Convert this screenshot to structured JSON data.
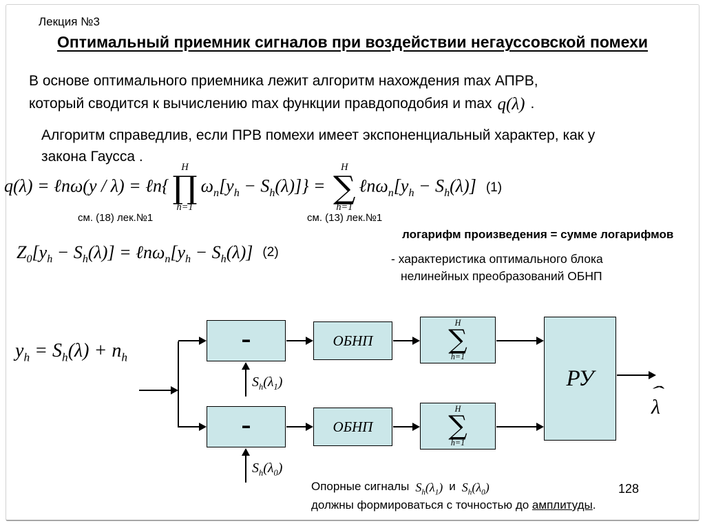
{
  "colors": {
    "box_fill": "#cbe7e9"
  },
  "slide": {
    "lecture_label": "Лекция №3",
    "title": "Оптимальный приемник сигналов при воздействии негауссовской помехи",
    "para1_line1": "В основе оптимального приемника лежит алгоритм нахождения max АПРВ,",
    "para1_line2": "который сводится к вычислению max функции правдоподобия и max",
    "para1_suffix": ".",
    "para2_line1": "Алгоритм справедлив, если ПРВ помехи имеет экспоненциальный характер, как у",
    "para2_line2": "закона Гаусса .",
    "ref1": "см. (18) лек.№1",
    "ref2": "см. (13) лек.№1",
    "note_log": "логарифм произведения = сумме логарифмов",
    "eq1_number": "(1)",
    "eq2_number": "(2)",
    "note2_line1": "- характеристика оптимального блока",
    "note2_line2": "нелинейных преобразований ОБНП"
  },
  "formulas": {
    "q_lambda": [
      {
        "t": "t",
        "v": "q(λ)"
      }
    ],
    "eq1": [
      {
        "t": "t",
        "v": "q(λ) = ℓnω(y / λ) = ℓn{"
      },
      {
        "t": "big",
        "top": "H",
        "op": "∏",
        "bot": "h=1"
      },
      {
        "t": "t",
        "v": "ω"
      },
      {
        "t": "s",
        "v": "n"
      },
      {
        "t": "t",
        "v": "[y"
      },
      {
        "t": "s",
        "v": "h"
      },
      {
        "t": "t",
        "v": " − S"
      },
      {
        "t": "s",
        "v": "h"
      },
      {
        "t": "t",
        "v": "(λ)]} = "
      },
      {
        "t": "big",
        "top": "H",
        "op": "∑",
        "bot": "h=1"
      },
      {
        "t": "t",
        "v": "ℓnω"
      },
      {
        "t": "s",
        "v": "n"
      },
      {
        "t": "t",
        "v": "[y"
      },
      {
        "t": "s",
        "v": "h"
      },
      {
        "t": "t",
        "v": " − S"
      },
      {
        "t": "s",
        "v": "h"
      },
      {
        "t": "t",
        "v": "(λ)]"
      }
    ],
    "eq2": [
      {
        "t": "t",
        "v": "Z"
      },
      {
        "t": "s",
        "v": "0"
      },
      {
        "t": "t",
        "v": "[y"
      },
      {
        "t": "s",
        "v": "h"
      },
      {
        "t": "t",
        "v": " − S"
      },
      {
        "t": "s",
        "v": "h"
      },
      {
        "t": "t",
        "v": "(λ)] = ℓnω"
      },
      {
        "t": "s",
        "v": "n"
      },
      {
        "t": "t",
        "v": "[y"
      },
      {
        "t": "s",
        "v": "h"
      },
      {
        "t": "t",
        "v": " − S"
      },
      {
        "t": "s",
        "v": "h"
      },
      {
        "t": "t",
        "v": "(λ)]"
      }
    ]
  },
  "diagram": {
    "input_formula": [
      {
        "t": "t",
        "v": "y"
      },
      {
        "t": "s",
        "v": "h"
      },
      {
        "t": "t",
        "v": " = S"
      },
      {
        "t": "s",
        "v": "h"
      },
      {
        "t": "t",
        "v": "(λ) + n"
      },
      {
        "t": "s",
        "v": "h"
      }
    ],
    "minus_label": "-",
    "obnp_label": "ОБНП",
    "sum_tokens": [
      {
        "t": "big",
        "top": "H",
        "op": "∑",
        "bot": "h=1"
      }
    ],
    "ru_label": "РУ",
    "s1_label": [
      {
        "t": "t",
        "v": "S"
      },
      {
        "t": "s",
        "v": "h"
      },
      {
        "t": "t",
        "v": "(λ"
      },
      {
        "t": "s",
        "v": "1"
      },
      {
        "t": "t",
        "v": ")"
      }
    ],
    "s0_label": [
      {
        "t": "t",
        "v": "S"
      },
      {
        "t": "s",
        "v": "h"
      },
      {
        "t": "t",
        "v": "(λ"
      },
      {
        "t": "s",
        "v": "0"
      },
      {
        "t": "t",
        "v": ")"
      }
    ],
    "output_tokens": [
      {
        "t": "hat",
        "v": "λ",
        "top": "ˆ"
      }
    ]
  },
  "footer": {
    "text1": "Опорные сигналы",
    "and_word": "и",
    "line2_prefix": "должны формироваться с точностью до ",
    "line2_underlined": "амплитуды",
    "line2_suffix": ".",
    "page": "128"
  }
}
